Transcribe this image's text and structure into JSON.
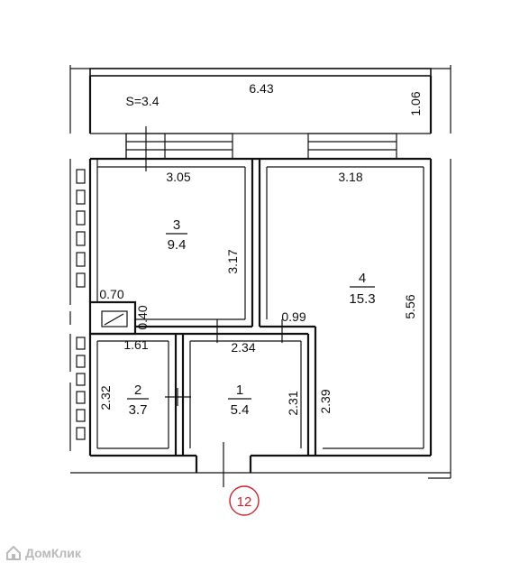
{
  "balcony": {
    "area_label": "S=3.4",
    "width": "6.43",
    "depth": "1.06"
  },
  "rooms": [
    {
      "number": "3",
      "area": "9.4"
    },
    {
      "number": "4",
      "area": "15.3"
    },
    {
      "number": "2",
      "area": "3.7"
    },
    {
      "number": "1",
      "area": "5.4"
    }
  ],
  "dimensions": {
    "room3_width": "3.05",
    "room4_width": "3.18",
    "room3_height": "3.17",
    "room4_height": "5.56",
    "niche_width": "0.70",
    "niche_depth": "0.40",
    "hall_offset": "0.99",
    "hall_width": "2.34",
    "bath_width": "1.61",
    "bath_height": "2.32",
    "hall_height": "2.31",
    "room4_lower_height": "2.39"
  },
  "axis_marker": "12",
  "watermark": "ДомКлик",
  "colors": {
    "lines": "#111111",
    "axis_marker": "#d11f2a",
    "watermark": "#b9b9b9"
  }
}
